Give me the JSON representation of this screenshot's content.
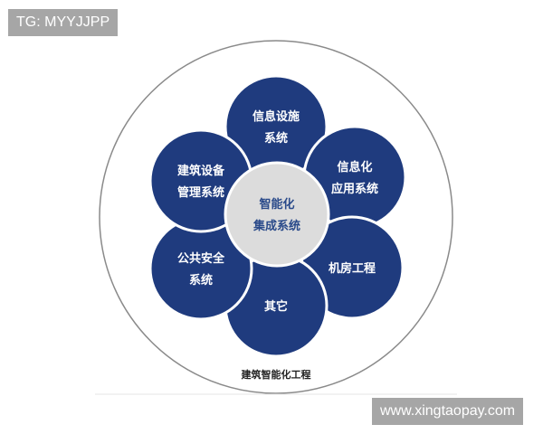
{
  "watermark_top": "TG: MYYJJPP",
  "watermark_bottom": "www.xingtaopay.com",
  "diagram": {
    "caption": "建筑智能化工程",
    "center": {
      "lines": [
        "智能化",
        "集成系统"
      ]
    },
    "petals": [
      {
        "lines": [
          "信息设施",
          "系统"
        ]
      },
      {
        "lines": [
          "信息化",
          "应用系统"
        ]
      },
      {
        "lines": [
          "机房工程"
        ]
      },
      {
        "lines": [
          "其它"
        ]
      },
      {
        "lines": [
          "公共安全",
          "系统"
        ]
      },
      {
        "lines": [
          "建筑设备",
          "管理系统"
        ]
      }
    ],
    "colors": {
      "petal": "#1f3b7e",
      "center": "#dcdcdc",
      "outline": "#8a8a8a"
    }
  }
}
